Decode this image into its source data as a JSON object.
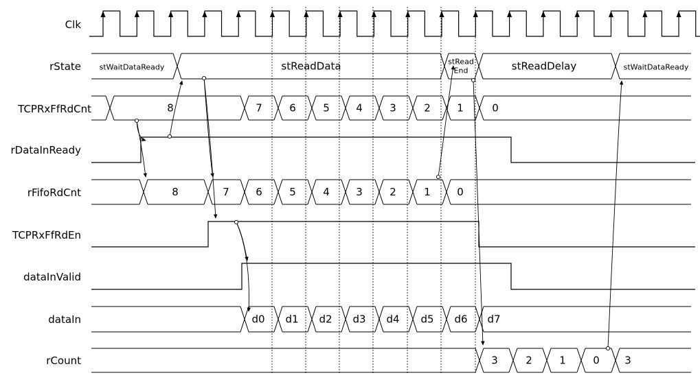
{
  "signals": [
    {
      "id": "clk",
      "label": "Clk",
      "kind": "clock",
      "periods": 18
    },
    {
      "id": "rState",
      "label": "rState",
      "kind": "bus",
      "segments": [
        {
          "text": "stWaitDataReady",
          "size": "small"
        },
        {
          "text": "stReadData"
        },
        {
          "text": "stRead\nEnd",
          "size": "small"
        },
        {
          "text": "stReadDelay"
        },
        {
          "text": "stWaitDataReady",
          "size": "small"
        }
      ]
    },
    {
      "id": "tcprxffrdcnt",
      "label": "TCPRxFfRdCnt",
      "kind": "bus",
      "segments": [
        {
          "text": ""
        },
        {
          "text": "8"
        },
        {
          "text": "7"
        },
        {
          "text": "6"
        },
        {
          "text": "5"
        },
        {
          "text": "4"
        },
        {
          "text": "3"
        },
        {
          "text": "2"
        },
        {
          "text": "1"
        },
        {
          "text": "0"
        }
      ]
    },
    {
      "id": "rdatainready",
      "label": "rDataInReady",
      "kind": "wave",
      "levels": "0110"
    },
    {
      "id": "rfifordcnt",
      "label": "rFifoRdCnt",
      "kind": "bus",
      "segments": [
        {
          "text": ""
        },
        {
          "text": "8"
        },
        {
          "text": "7"
        },
        {
          "text": "6"
        },
        {
          "text": "5"
        },
        {
          "text": "4"
        },
        {
          "text": "3"
        },
        {
          "text": "2"
        },
        {
          "text": "1"
        },
        {
          "text": "0"
        }
      ]
    },
    {
      "id": "tcprxffrden",
      "label": "TCPRxFfRdEn",
      "kind": "wave",
      "levels": "010"
    },
    {
      "id": "datainvalid",
      "label": "dataInValid",
      "kind": "wave",
      "levels": "010"
    },
    {
      "id": "datain",
      "label": "dataIn",
      "kind": "bus",
      "segments": [
        {
          "text": ""
        },
        {
          "text": "d0"
        },
        {
          "text": "d1"
        },
        {
          "text": "d2"
        },
        {
          "text": "d3"
        },
        {
          "text": "d4"
        },
        {
          "text": "d5"
        },
        {
          "text": "d6"
        },
        {
          "text": "d7"
        }
      ]
    },
    {
      "id": "rcount",
      "label": "rCount",
      "kind": "bus",
      "segments": [
        {
          "text": ""
        },
        {
          "text": "3"
        },
        {
          "text": "2"
        },
        {
          "text": "1"
        },
        {
          "text": "0"
        },
        {
          "text": "3"
        }
      ]
    }
  ]
}
